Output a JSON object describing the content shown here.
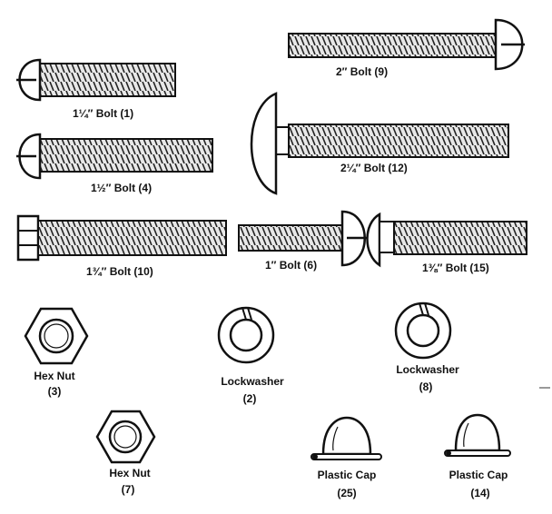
{
  "parts": [
    {
      "id": "bolt-1-25",
      "label": "1¼″ Bolt (1)"
    },
    {
      "id": "bolt-2",
      "label": "2″ Bolt (9)"
    },
    {
      "id": "bolt-1-5",
      "label": "1½″ Bolt (4)"
    },
    {
      "id": "bolt-2-25",
      "label": "2¼″ Bolt (12)"
    },
    {
      "id": "bolt-1-75",
      "label": "1¾″ Bolt (10)"
    },
    {
      "id": "bolt-1",
      "label": "1″ Bolt (6)"
    },
    {
      "id": "bolt-1-375",
      "label": "1⅜″ Bolt (15)"
    },
    {
      "id": "hex-nut-3",
      "label": "Hex Nut",
      "qty": "(3)"
    },
    {
      "id": "lockwasher-2",
      "label": "Lockwasher",
      "qty": "(2)"
    },
    {
      "id": "lockwasher-8",
      "label": "Lockwasher",
      "qty": "(8)"
    },
    {
      "id": "hex-nut-7",
      "label": "Hex Nut",
      "qty": "(7)"
    },
    {
      "id": "plastic-cap-25",
      "label": "Plastic Cap",
      "qty": "(25)"
    },
    {
      "id": "plastic-cap-14",
      "label": "Plastic Cap",
      "qty": "(14)"
    }
  ]
}
